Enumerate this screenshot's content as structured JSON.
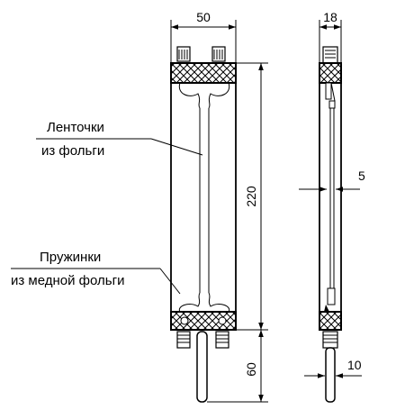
{
  "labels": {
    "ribbons_line1": "Ленточки",
    "ribbons_line2": "из фольги",
    "springs_line1": "Пружинки",
    "springs_line2": "из медной фольги"
  },
  "dimensions": {
    "width": "50",
    "height": "220",
    "lead_length": "60",
    "depth": "18",
    "gap": "5",
    "lead_diameter": "10"
  }
}
